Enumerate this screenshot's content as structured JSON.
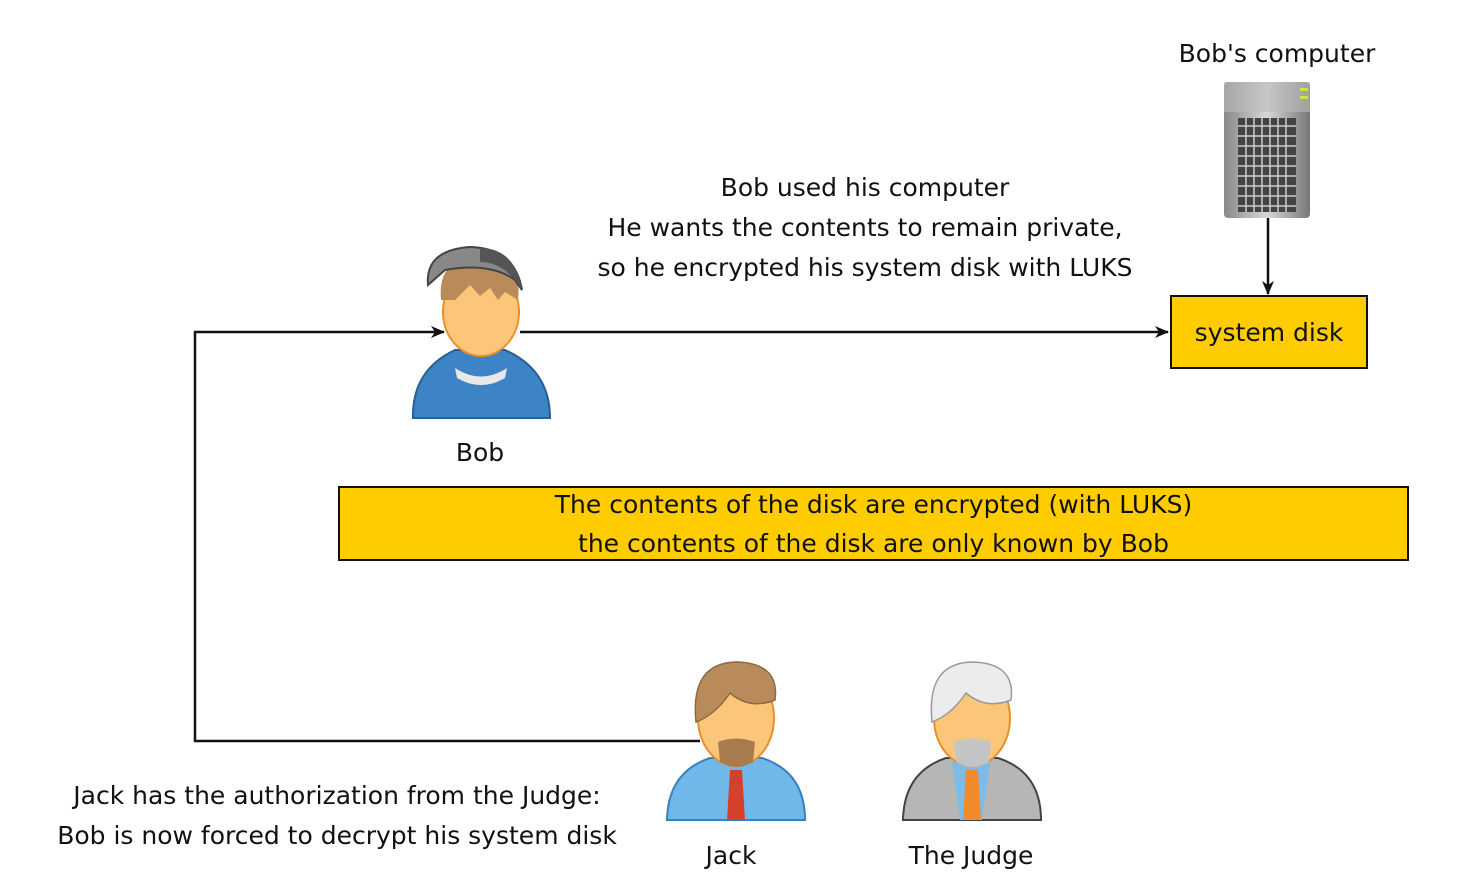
{
  "computer_label": "Bob's computer",
  "bob_action": [
    "Bob used his computer",
    "He wants the contents to remain private,",
    "so he encrypted his system disk with LUKS"
  ],
  "system_disk_label": "system disk",
  "bob_label": "Bob",
  "encrypted_note": [
    "The contents of the disk are encrypted (with LUKS)",
    "the contents of the disk are only known by Bob"
  ],
  "jack_note": [
    "Jack has the authorization from the Judge:",
    "Bob is now forced to decrypt his system disk"
  ],
  "jack_label": "Jack",
  "judge_label": "The Judge",
  "colors": {
    "box_fill": "#ffcc00",
    "line": "#111111"
  }
}
